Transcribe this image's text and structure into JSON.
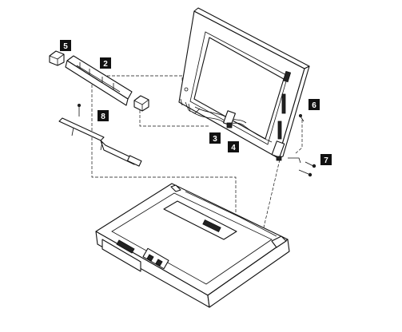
{
  "callouts": {
    "c2": "2",
    "c3": "3",
    "c4": "4",
    "c5": "5",
    "c6": "6",
    "c7": "7",
    "c8": "8"
  }
}
